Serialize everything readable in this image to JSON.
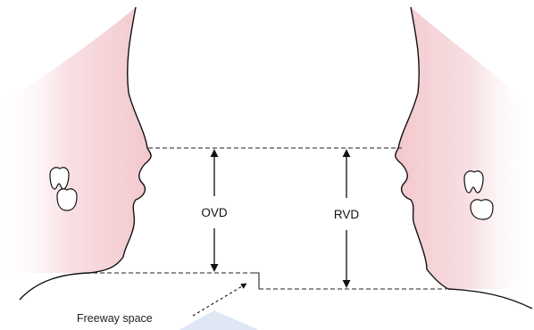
{
  "diagram": {
    "labels": {
      "ovd": "OVD",
      "rvd": "RVD",
      "freeway_space": "Freeway space"
    },
    "colors": {
      "skin_fill": "#f4cdd2",
      "outline": "#111111",
      "guide_line": "#222222",
      "tooth_fill": "#ffffff",
      "watermark": "#b9c9e6"
    }
  }
}
